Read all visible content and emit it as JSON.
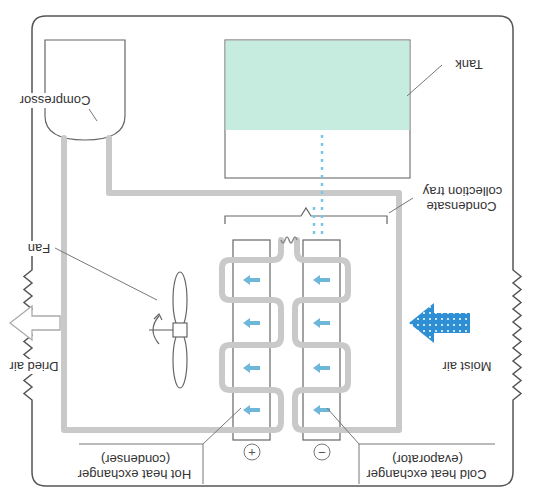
{
  "diagram": {
    "labels": [
      "Tank",
      "Condensate collection tray",
      "Compressor",
      "Fan",
      "Dried air",
      "Moist air",
      "Hot heat exchanger (condenser)",
      "Cold heat exchanger (evaporator)",
      "+",
      "−"
    ]
  }
}
